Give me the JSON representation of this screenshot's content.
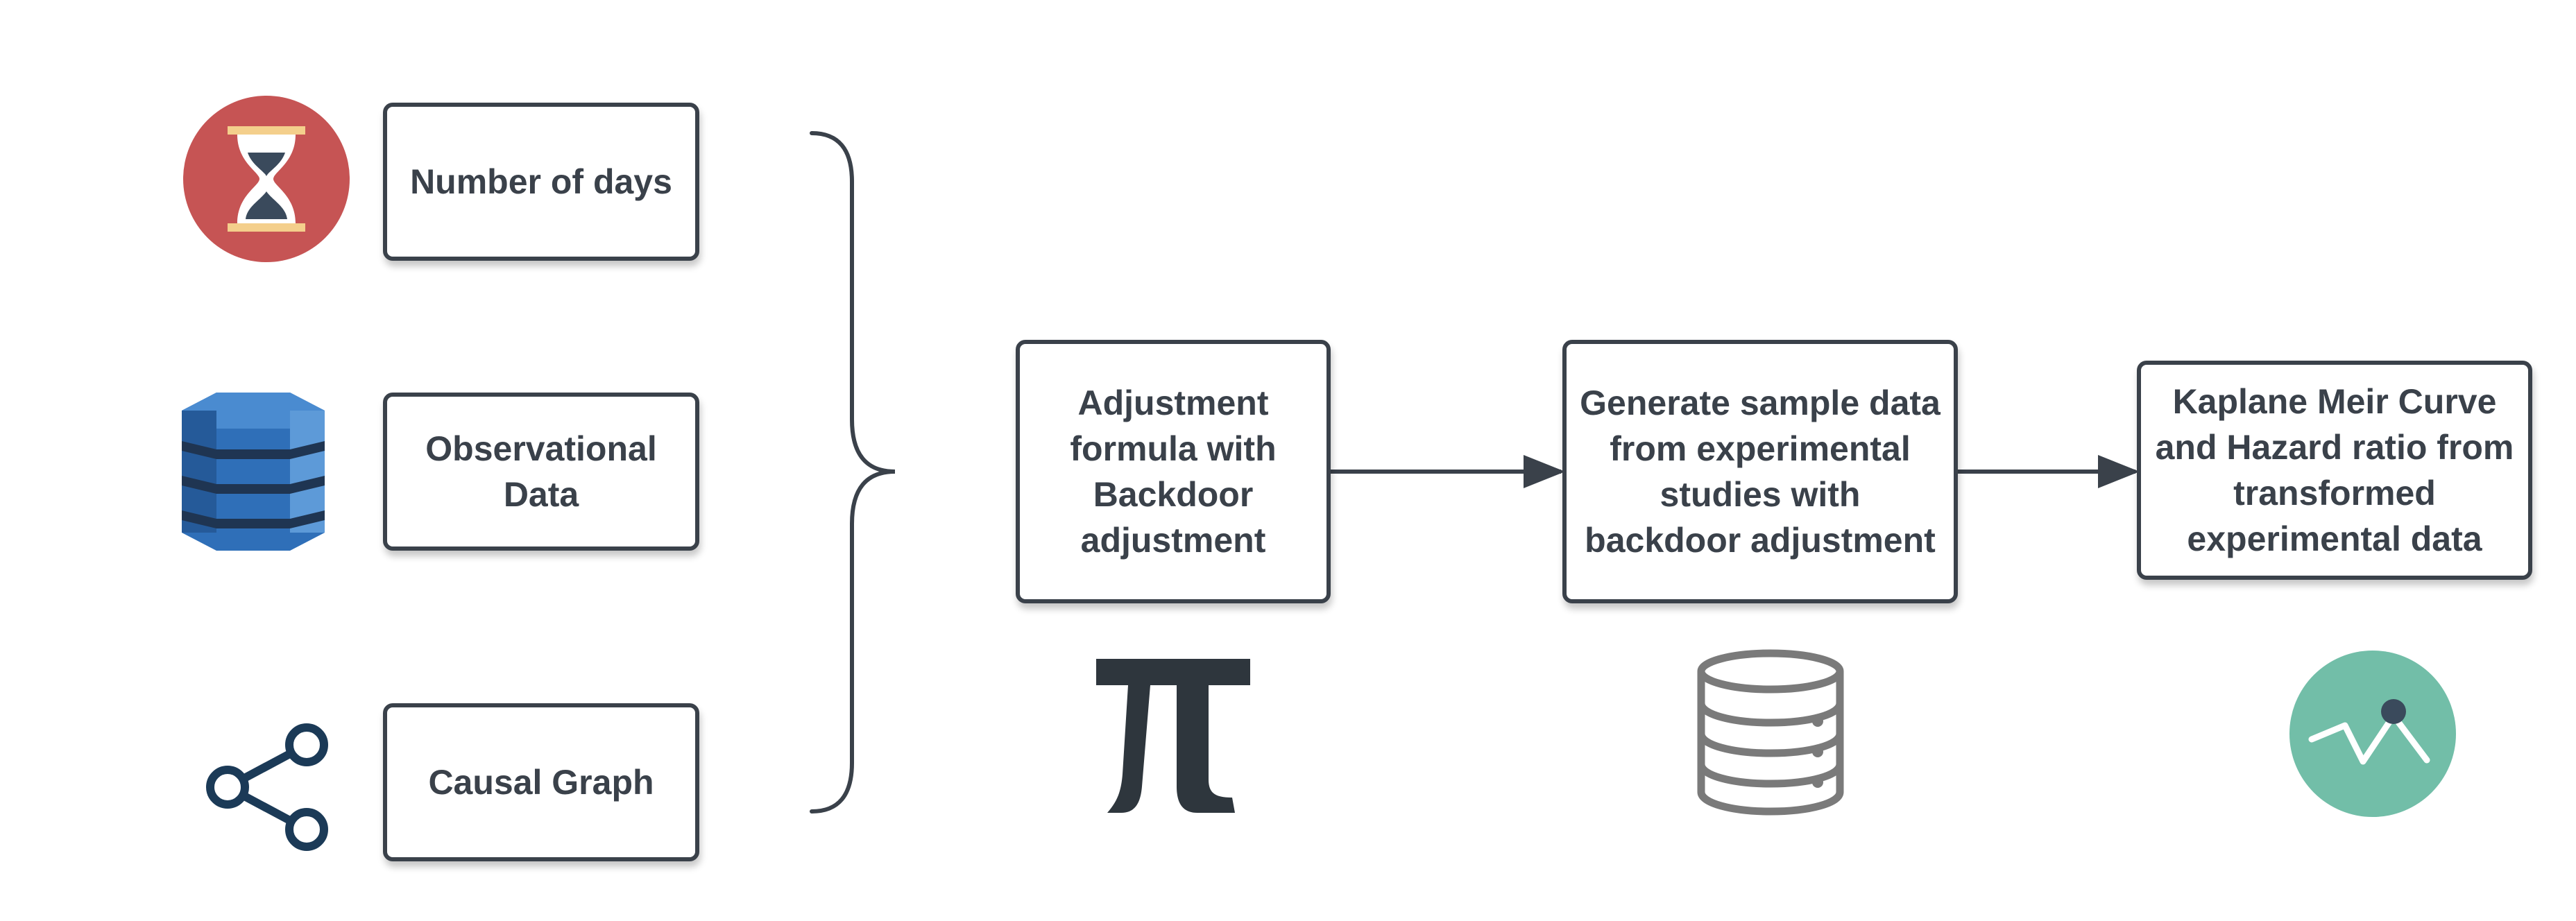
{
  "inputs": [
    {
      "label": "Number of days",
      "icon": "hourglass-icon"
    },
    {
      "label": "Observational Data",
      "icon": "stacked-database-icon"
    },
    {
      "label": "Causal Graph",
      "icon": "share-graph-icon"
    }
  ],
  "steps": [
    {
      "label": "Adjustment formula with Backdoor adjustment",
      "icon": "pi-icon"
    },
    {
      "label": "Generate sample data from experimental studies with backdoor adjustment",
      "icon": "database-icon"
    },
    {
      "label": "Kaplane Meir Curve and Hazard ratio from transformed experimental data",
      "icon": "line-chart-icon"
    }
  ],
  "colors": {
    "box_border": "#3a414a",
    "text": "#3a414a",
    "hourglass_bg": "#c65454",
    "data_blue": "#2f6fb8",
    "graph_navy": "#1b3a57",
    "pi": "#2e363d",
    "db_gray": "#7a7a7a",
    "chart_bg": "#72bea8"
  }
}
